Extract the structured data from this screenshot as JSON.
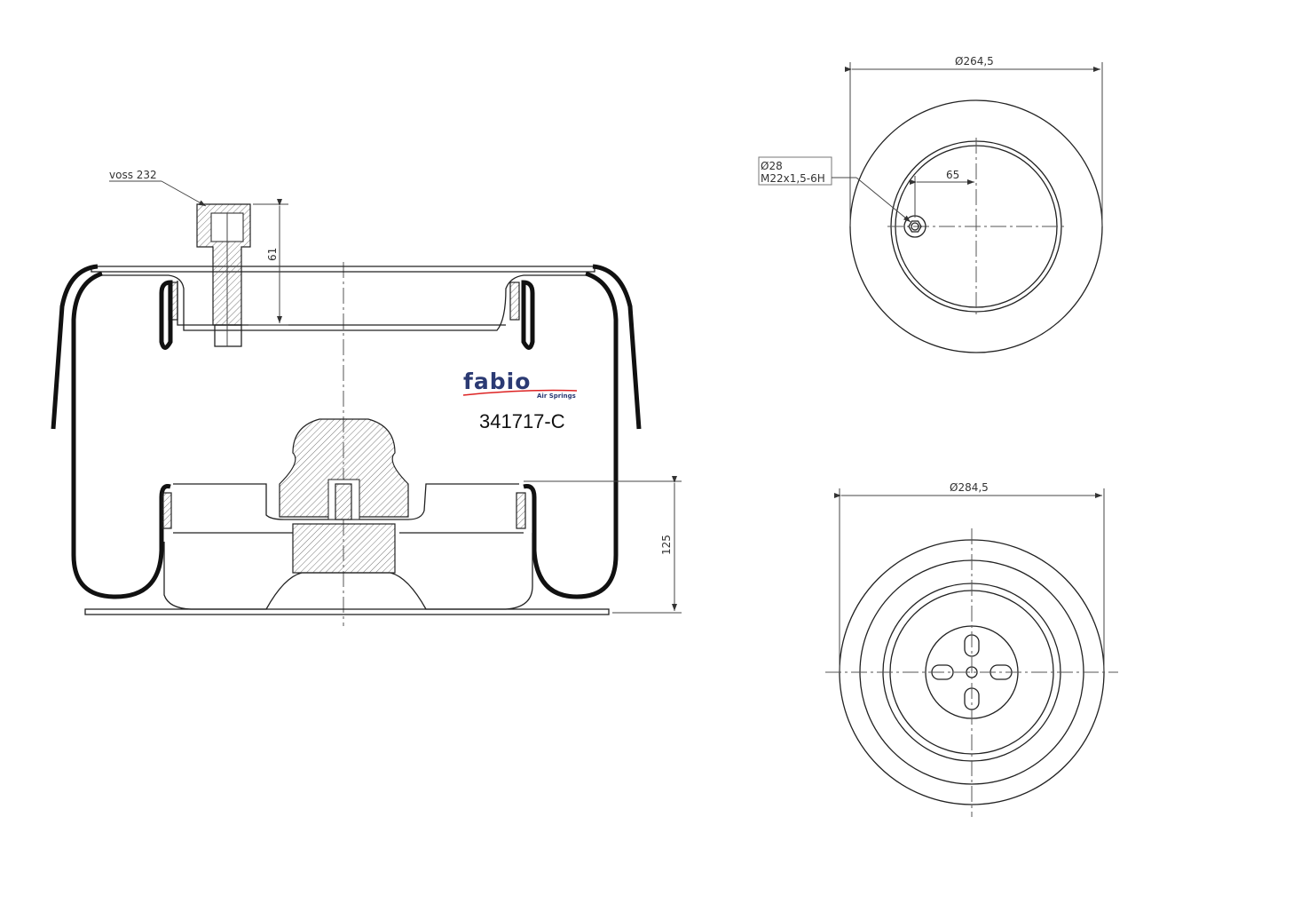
{
  "logo": {
    "brand": "fabio",
    "tagline": "Air Springs"
  },
  "part_number": "341717-C",
  "side_view": {
    "connector_label": "voss 232",
    "dim_connector_height": "61",
    "dim_base_height": "125"
  },
  "top_view": {
    "dim_diameter": "Ø264,5",
    "dim_port_offset": "65",
    "port_diameter": "Ø28",
    "port_thread": "M22x1,5-6H"
  },
  "bottom_view": {
    "dim_diameter": "Ø284,5"
  }
}
